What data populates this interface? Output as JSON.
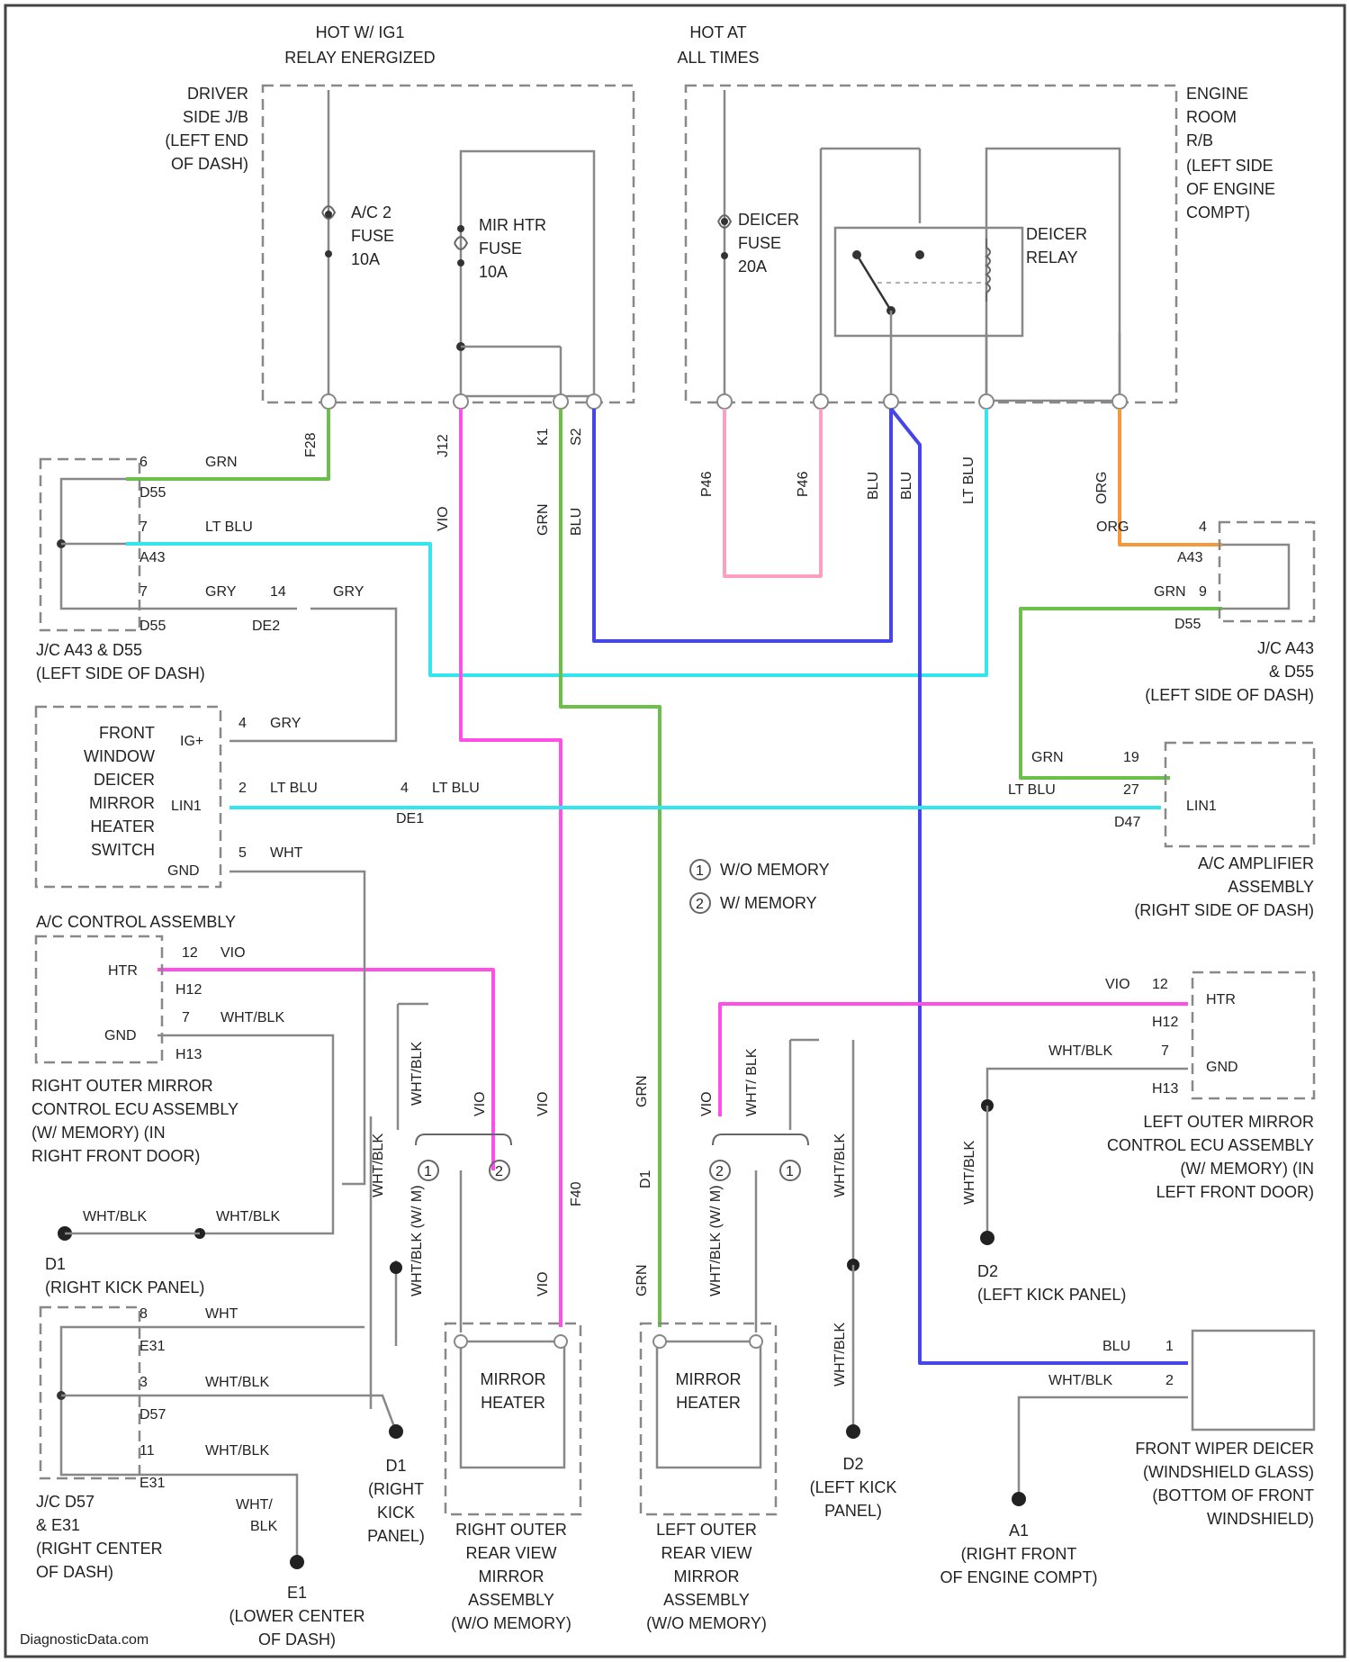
{
  "colors": {
    "green": "#6cc04a",
    "lt_blue": "#33e6ee",
    "pink": "#ff4fe8",
    "blue": "#4646e8",
    "orange": "#f59a3c",
    "light_pink": "#ff9fc0",
    "gray": "#8a8a8a"
  },
  "top": {
    "hot_ign_1": "HOT W/ IG1",
    "hot_ign_2": "RELAY ENERGIZED",
    "hot_all_1": "HOT AT",
    "hot_all_2": "ALL TIMES"
  },
  "driver_jb": [
    "DRIVER",
    "SIDE J/B",
    "(LEFT END",
    "OF DASH)"
  ],
  "engine_rb": [
    "ENGINE",
    "ROOM",
    "R/B",
    "(LEFT SIDE",
    "OF ENGINE",
    "COMPT)"
  ],
  "fuses": {
    "ac": [
      "A/C 2",
      "FUSE",
      "10A"
    ],
    "mir": [
      "MIR HTR",
      "FUSE",
      "10A"
    ],
    "deicer": [
      "DEICER",
      "FUSE",
      "20A"
    ]
  },
  "relay": [
    "DEICER",
    "RELAY"
  ],
  "wire_ids": [
    "F28",
    "J12",
    "K1",
    "S2",
    "P46",
    "P46",
    "BLU",
    "BLU",
    "LT BLU",
    "ORG"
  ],
  "wire_ids_top": {
    "f28": "F28",
    "j12": "J12",
    "k1": "K1",
    "s2": "S2",
    "p46a": "P46",
    "p46b": "P46",
    "blu1": "BLU",
    "blu2": "BLU",
    "ltblu": "LT BLU",
    "org": "ORG",
    "vio": "VIO",
    "grn": "GRN",
    "blu3": "BLU"
  },
  "jc_left": {
    "r1": {
      "pin": "6",
      "wire": "GRN",
      "conn": "D55"
    },
    "r2": {
      "pin": "7",
      "wire": "LT BLU",
      "conn": "A43"
    },
    "r3": {
      "pin": "7",
      "wire": "GRY",
      "pin2": "14",
      "wire2": "GRY",
      "conn": "D55",
      "conn2": "DE2"
    },
    "label": [
      "J/C A43 & D55",
      "(LEFT SIDE OF DASH)"
    ]
  },
  "jc_right": {
    "r1": {
      "pin": "4",
      "wire": "ORG",
      "conn": "A43"
    },
    "r2": {
      "pin": "9",
      "wire": "GRN",
      "conn": "D55"
    },
    "label": [
      "J/C A43",
      "& D55",
      "(LEFT SIDE OF DASH)"
    ]
  },
  "switch": {
    "name": [
      "FRONT",
      "WINDOW",
      "DEICER",
      "MIRROR",
      "HEATER",
      "SWITCH"
    ],
    "pins": [
      {
        "label": "IG+",
        "pin": "4",
        "wire": "GRY"
      },
      {
        "label": "LIN1",
        "pin": "2",
        "wire": "LT BLU",
        "pin2": "4",
        "wire2": "LT BLU",
        "conn": "DE1"
      },
      {
        "label": "GND",
        "pin": "5",
        "wire": "WHT"
      }
    ],
    "assy": "A/C CONTROL ASSEMBLY"
  },
  "ac_amp": {
    "r1": {
      "wire": "GRN",
      "pin": "19"
    },
    "r2": {
      "wire": "LT BLU",
      "pin": "27",
      "conn": "D47",
      "label": "LIN1"
    },
    "label": [
      "A/C AMPLIFIER",
      "ASSEMBLY",
      "(RIGHT SIDE OF DASH)"
    ]
  },
  "legend": {
    "wo": "W/O MEMORY",
    "w": "W/ MEMORY",
    "wo_sym": "1",
    "w_sym": "2"
  },
  "right_ecu": {
    "htr": {
      "label": "HTR",
      "pin": "12",
      "wire": "VIO",
      "conn": "H12"
    },
    "gnd": {
      "label": "GND",
      "pin": "7",
      "wire": "WHT/BLK",
      "conn": "H13"
    },
    "label": [
      "RIGHT OUTER MIRROR",
      "CONTROL ECU ASSEMBLY",
      "(W/ MEMORY) (IN",
      "RIGHT FRONT DOOR)"
    ]
  },
  "left_ecu": {
    "htr": {
      "label": "HTR",
      "pin": "12",
      "wire": "VIO",
      "conn": "H12"
    },
    "gnd": {
      "label": "GND",
      "pin": "7",
      "wire": "WHT/BLK",
      "conn": "H13"
    },
    "label": [
      "LEFT OUTER MIRROR",
      "CONTROL ECU ASSEMBLY",
      "(W/ MEMORY) (IN",
      "LEFT FRONT DOOR)"
    ]
  },
  "grounds": {
    "d1_top": [
      "D1",
      "(RIGHT KICK PANEL)"
    ],
    "d1_wire1": "WHT/BLK",
    "d1_wire2": "WHT/BLK",
    "d1_bottom": [
      "D1",
      "(RIGHT",
      "KICK",
      "PANEL)"
    ],
    "d2_bottom": [
      "D2",
      "(LEFT KICK",
      "PANEL)"
    ],
    "d2_right": [
      "D2",
      "(LEFT KICK PANEL)"
    ],
    "e1": [
      "E1",
      "(LOWER CENTER",
      "OF DASH)"
    ],
    "a1": [
      "A1",
      "(RIGHT FRONT",
      "OF ENGINE COMPT)"
    ]
  },
  "jc_bottom": {
    "r1": {
      "pin": "8",
      "wire": "WHT",
      "conn": "E31"
    },
    "r2": {
      "pin": "3",
      "wire": "WHT/BLK",
      "conn": "D57"
    },
    "r3": {
      "pin": "11",
      "wire": "WHT/BLK",
      "conn": "E31"
    },
    "label": [
      "J/C D57",
      "& E31",
      "(RIGHT CENTER",
      "OF DASH)"
    ],
    "ewire": [
      "WHT/",
      "BLK"
    ]
  },
  "mirror_r": {
    "heater": [
      "MIRROR",
      "HEATER"
    ],
    "label": [
      "RIGHT OUTER",
      "REAR VIEW",
      "MIRROR",
      "ASSEMBLY",
      "(W/O MEMORY)"
    ],
    "wires": {
      "a": "WHT/BLK",
      "b": "VIO",
      "c": "VIO",
      "d": "WHT/BLK",
      "e": "WHT/BLK (W/ M)",
      "f": "VIO",
      "g": "F40"
    }
  },
  "mirror_l": {
    "heater": [
      "MIRROR",
      "HEATER"
    ],
    "label": [
      "LEFT OUTER",
      "REAR VIEW",
      "MIRROR",
      "ASSEMBLY",
      "(W/O MEMORY)"
    ],
    "wires": {
      "a": "GRN",
      "b": "VIO",
      "c": "WHT/ BLK",
      "d": "WHT/BLK",
      "e": "GRN",
      "f": "WHT/BLK (W/ M)",
      "g": "D1"
    }
  },
  "wiper": {
    "r1": {
      "wire": "BLU",
      "pin": "1"
    },
    "r2": {
      "wire": "WHT/BLK",
      "pin": "2"
    },
    "label": [
      "FRONT WIPER DEICER",
      "(WINDSHIELD GLASS)",
      "(BOTTOM OF FRONT",
      "WINDSHIELD)"
    ]
  },
  "footer": "DiagnosticData.com"
}
